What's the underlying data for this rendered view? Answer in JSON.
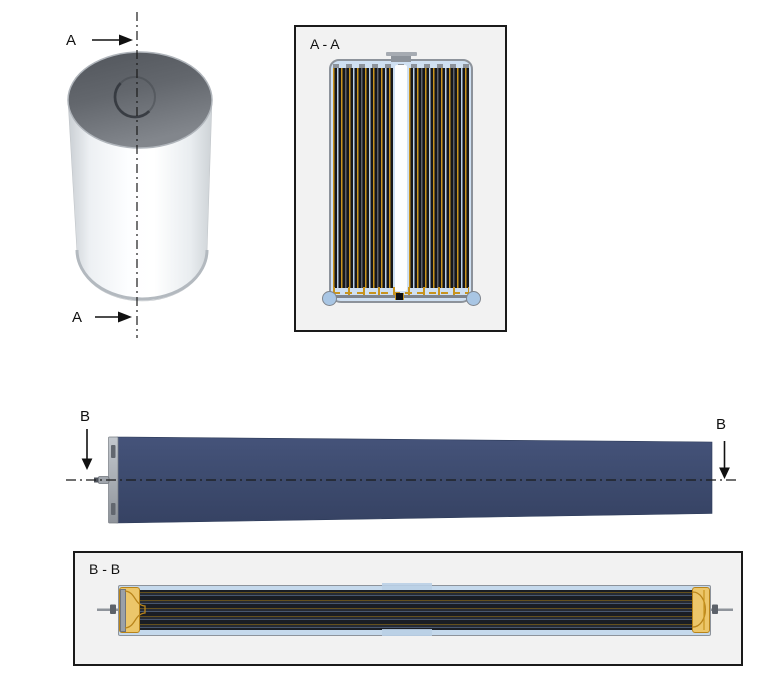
{
  "cylindrical_cell": {
    "section_label_top": "A",
    "section_label_bottom": "A"
  },
  "section_aa": {
    "title": "A - A"
  },
  "blade_cell": {
    "section_label_left": "B",
    "section_label_right": "B"
  },
  "section_bb": {
    "title": "B - B"
  },
  "colors": {
    "background": "#ffffff",
    "panel_background": "#f2f2f2",
    "panel_border": "#1a1a1a",
    "section_line": "#1a1a1a",
    "blade_navy": "#3d4b6e",
    "casing_light_blue": "#cfe0f2",
    "electrode_gold": "#c8941e",
    "electrode_black": "#15171c",
    "electrode_gray": "#5d6169",
    "end_cap_gold": "#ecc66a",
    "metal_gray": "#8d939b",
    "cylinder_top_gray": "#63676d",
    "cylinder_body_white": "#f6f8fa"
  }
}
